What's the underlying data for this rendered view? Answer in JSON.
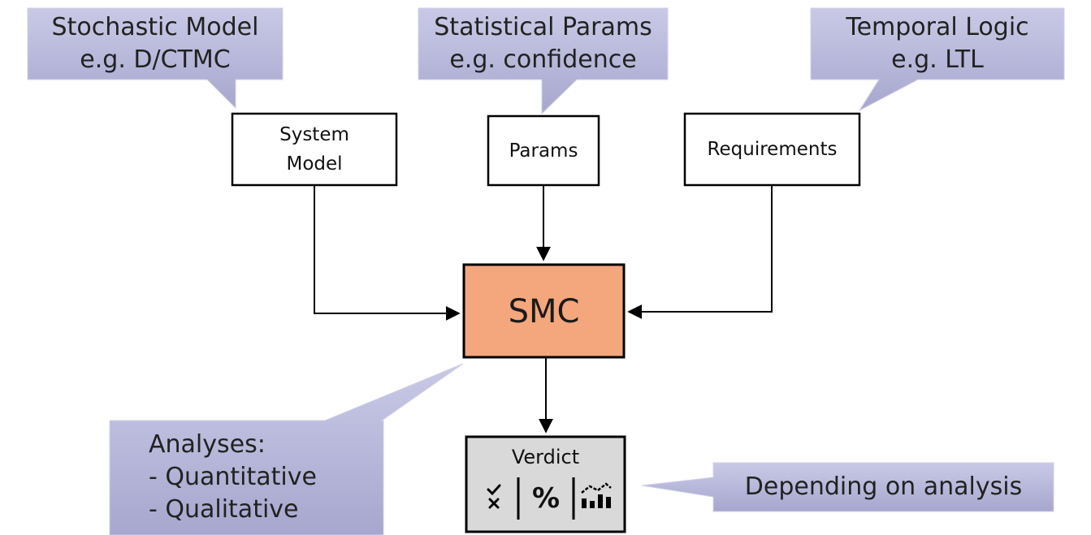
{
  "callouts": {
    "stochastic": {
      "line1": "Stochastic Model",
      "line2": "e.g. D/CTMC"
    },
    "statistical": {
      "line1": "Statistical Params",
      "line2": "e.g. confidence"
    },
    "temporal": {
      "line1": "Temporal Logic",
      "line2": "e.g. LTL"
    },
    "analyses": {
      "title": "Analyses:",
      "item1": "-  Quantitative",
      "item2": "-  Qualitative"
    },
    "depending": {
      "text": "Depending on analysis"
    }
  },
  "boxes": {
    "system_model": {
      "line1": "System",
      "line2": "Model"
    },
    "params": {
      "label": "Params"
    },
    "requirements": {
      "label": "Requirements"
    },
    "smc": {
      "label": "SMC"
    },
    "verdict": {
      "label": "Verdict",
      "sym_percent": "%"
    }
  },
  "colors": {
    "callout_fill": "#b4b4d6",
    "smc_fill": "#f4a67c",
    "verdict_fill": "#d9d9d9",
    "line": "#000000"
  },
  "icons": [
    "check-cross-icon",
    "bar-chart-icon"
  ]
}
